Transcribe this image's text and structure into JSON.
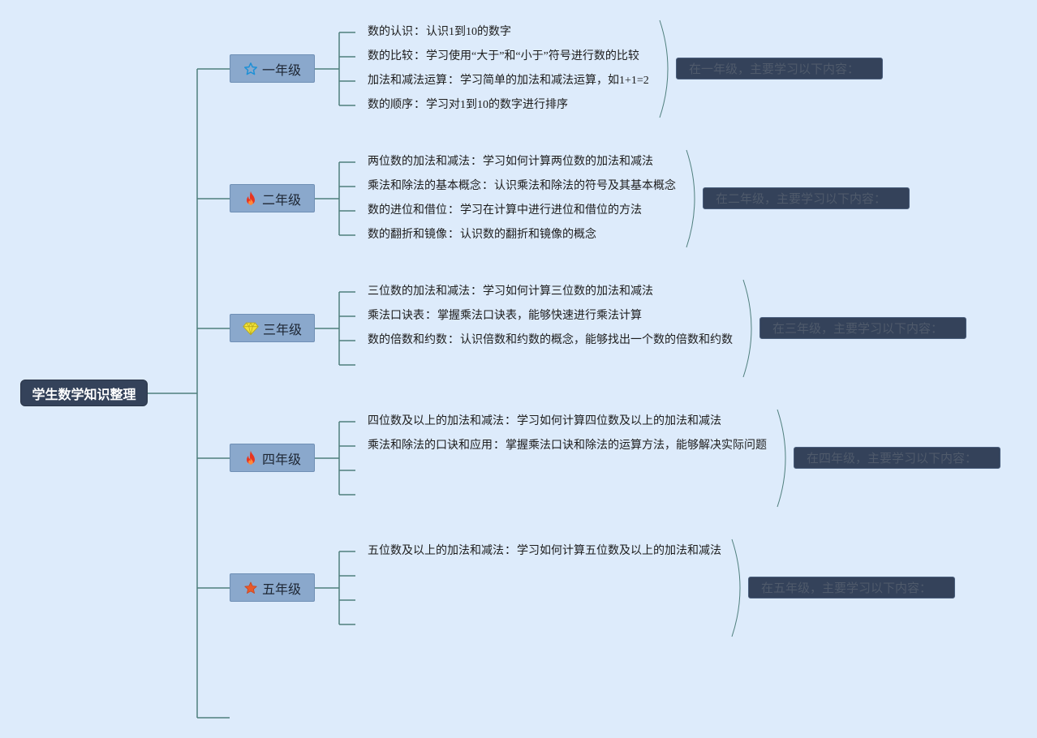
{
  "root": {
    "label": "学生数学知识整理"
  },
  "grades": [
    {
      "label": "一年级",
      "icon": "star-outline-icon",
      "items": [
        {
          "title": "数的认识",
          "desc": "认识1到10的数字"
        },
        {
          "title": "数的比较",
          "desc": "学习使用“大于”和“小于”符号进行数的比较"
        },
        {
          "title": "加法和减法运算",
          "desc": "学习简单的加法和减法运算，如1+1=2"
        },
        {
          "title": "数的顺序",
          "desc": "学习对1到10的数字进行排序"
        }
      ],
      "summary": "在一年级，主要学习以下内容："
    },
    {
      "label": "二年级",
      "icon": "fire-icon",
      "items": [
        {
          "title": "两位数的加法和减法",
          "desc": "学习如何计算两位数的加法和减法"
        },
        {
          "title": "乘法和除法的基本概念",
          "desc": "认识乘法和除法的符号及其基本概念"
        },
        {
          "title": "数的进位和借位",
          "desc": "学习在计算中进行进位和借位的方法"
        },
        {
          "title": "数的翻折和镜像",
          "desc": "认识数的翻折和镜像的概念"
        }
      ],
      "summary": "在二年级，主要学习以下内容："
    },
    {
      "label": "三年级",
      "icon": "diamond-icon",
      "items": [
        {
          "title": "三位数的加法和减法",
          "desc": "学习如何计算三位数的加法和减法"
        },
        {
          "title": "乘法口诀表",
          "desc": "掌握乘法口诀表，能够快速进行乘法计算"
        },
        {
          "title": "数的倍数和约数",
          "desc": "认识倍数和约数的概念，能够找出一个数的倍数和约数"
        }
      ],
      "summary": "在三年级，主要学习以下内容："
    },
    {
      "label": "四年级",
      "icon": "fire-icon",
      "items": [
        {
          "title": "四位数及以上的加法和减法",
          "desc": "学习如何计算四位数及以上的加法和减法"
        },
        {
          "title": "乘法和除法的口诀和应用",
          "desc": "掌握乘法口诀和除法的运算方法，能够解决实际问题"
        }
      ],
      "summary": "在四年级，主要学习以下内容："
    },
    {
      "label": "五年级",
      "icon": "star-filled-icon",
      "items": [
        {
          "title": "五位数及以上的加法和减法",
          "desc": "学习如何计算五位数及以上的加法和减法"
        }
      ],
      "summary": "在五年级，主要学习以下内容："
    }
  ],
  "colors": {
    "background": "#ddebfb",
    "connector": "#4f7f7d",
    "root_fill": "#34425a",
    "grade_fill": "#8aa8cc",
    "summary_fill": "#34425a",
    "star_outline": "#1e90d6",
    "fire": "#e8351f",
    "diamond": "#f2e33a",
    "star_filled": "#e85a2a"
  }
}
